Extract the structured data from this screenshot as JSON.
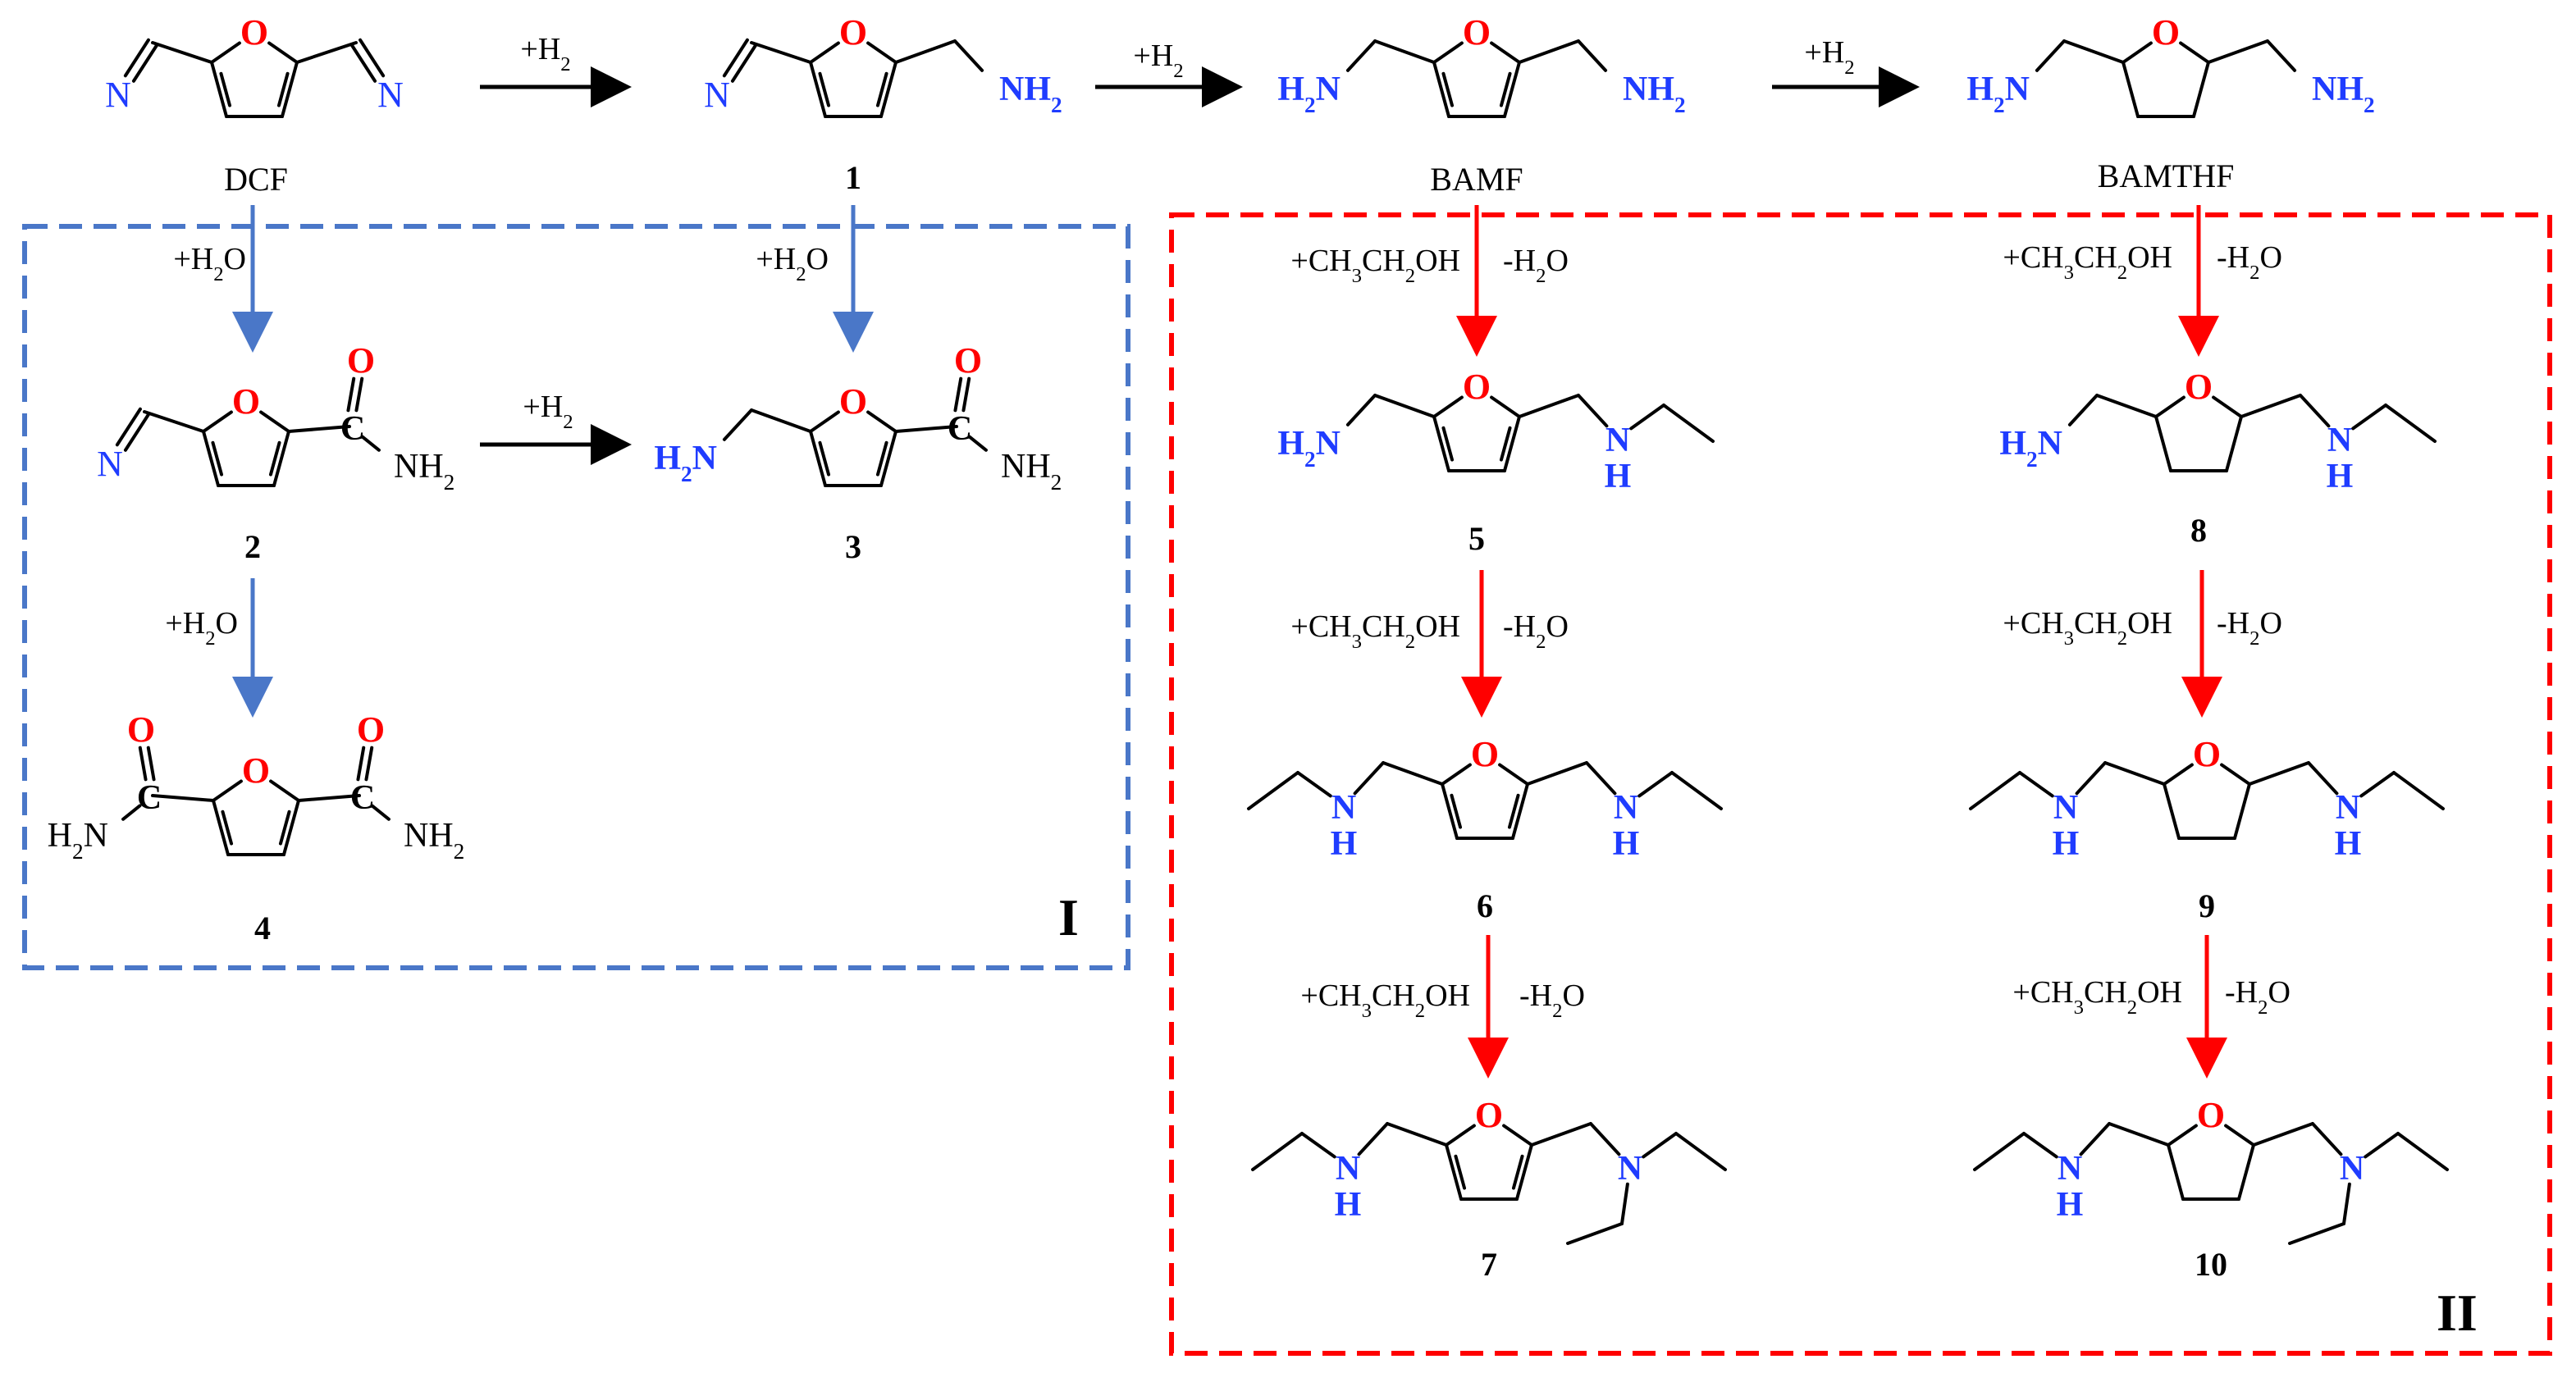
{
  "colors": {
    "oxygen": "#ff0000",
    "nitrogen": "#1f3cff",
    "bond": "#000000",
    "arrow_main": "#000000",
    "arrow_hydrolysis": "#4a77c8",
    "arrow_alkylation": "#ff0000",
    "box_I": "#4a77c8",
    "box_II": "#ff0000"
  },
  "atoms": {
    "O": "O",
    "N": "N",
    "C": "C",
    "H": "H",
    "NH2": "NH",
    "NH2_sub": "2",
    "H2N": "H",
    "H2N_sub": "2",
    "H2N_tail": "N"
  },
  "labels": {
    "DCF": "DCF",
    "BAMF": "BAMF",
    "BAMTHF": "BAMTHF",
    "c1": "1",
    "c2": "2",
    "c3": "3",
    "c4": "4",
    "c5": "5",
    "c6": "6",
    "c7": "7",
    "c8": "8",
    "c9": "9",
    "c10": "10",
    "box_I": "I",
    "box_II": "II"
  },
  "conditions": {
    "h2_main": "+H",
    "h2_sub": "2",
    "h2o_add": "+H",
    "h2o_add_sub": "2",
    "h2o_add_tail": "O",
    "etoh_a": "+CH",
    "etoh_sub1": "3",
    "etoh_b": "CH",
    "etoh_sub2": "2",
    "etoh_c": "OH",
    "minus_h2o": "-H",
    "minus_h2o_sub": "2",
    "minus_h2o_tail": "O"
  }
}
